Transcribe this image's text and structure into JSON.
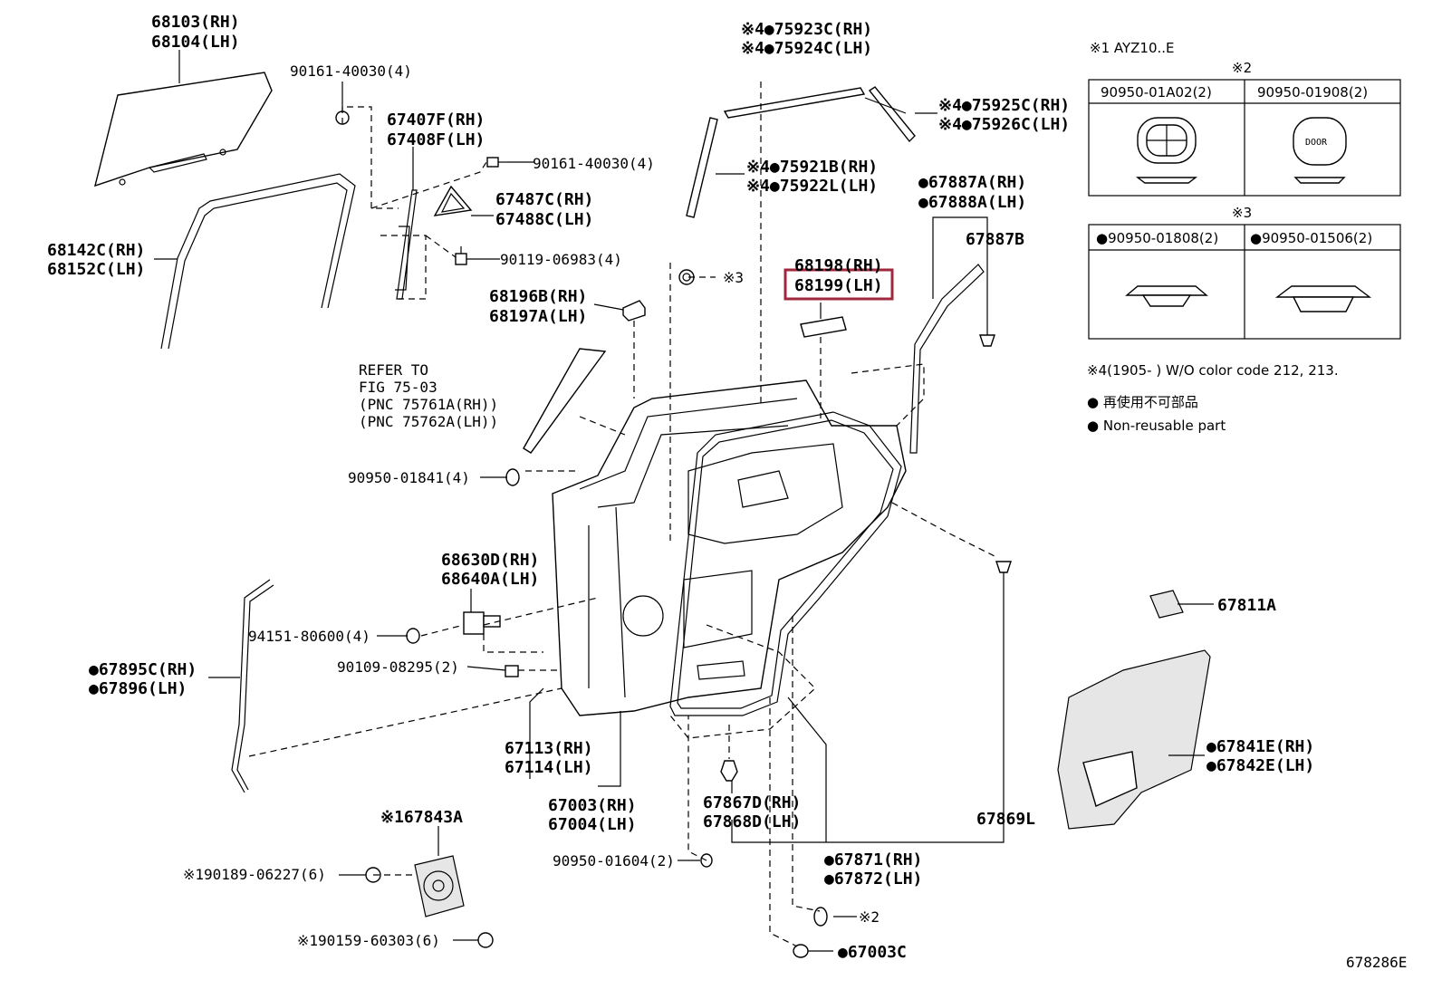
{
  "labels": {
    "l68103": "68103(RH)",
    "l68104": "68104(LH)",
    "l90161a": "90161-40030(4)",
    "l67407": "67407F(RH)",
    "l67408": "67408F(LH)",
    "l90161b": "90161-40030(4)",
    "l67487": "67487C(RH)",
    "l67488": "67488C(LH)",
    "l68142": "68142C(RH)",
    "l68152": "68152C(LH)",
    "l90119": "90119-06983(4)",
    "l68196": "68196B(RH)",
    "l68197": "68197A(LH)",
    "lx3a": "※3",
    "refer1": "REFER TO",
    "refer2": "FIG 75-03",
    "refer3": "(PNC 75761A(RH))",
    "refer4": "(PNC 75762A(LH))",
    "l90950a": "90950-01841(4)",
    "l68630": "68630D(RH)",
    "l68640": "68640A(LH)",
    "l94151": "94151-80600(4)",
    "l90109": "90109-08295(2)",
    "l67895": "●67895C(RH)",
    "l67896": "●67896(LH)",
    "l67113": "67113(RH)",
    "l67114": "67114(LH)",
    "l67003": "67003(RH)",
    "l67004": "67004(LH)",
    "l67843": "※167843A",
    "l90189": "※190189-06227(6)",
    "l90159": "※190159-60303(6)",
    "l90950b": "90950-01604(2)",
    "l67867": "67867D(RH)",
    "l67868": "67868D(LH)",
    "l67871": "●67871(RH)",
    "l67872": "●67872(LH)",
    "lx2b": "※2",
    "l67003c": "●67003C",
    "l75923": "※4●75923C(RH)",
    "l75924": "※4●75924C(LH)",
    "l75925": "※4●75925C(RH)",
    "l75926": "※4●75926C(LH)",
    "l75921": "※4●75921B(RH)",
    "l75922": "※4●75922L(LH)",
    "l68198": "68198(RH)",
    "l68199": "68199(LH)",
    "l67887a": "●67887A(RH)",
    "l67888a": "●67888A(LH)",
    "l67887b": "67887B",
    "l67869": "67869L",
    "l67811": "67811A",
    "l67841": "●67841E(RH)",
    "l67842": "●67842E(LH)",
    "fig_no": "678286E"
  },
  "legend": {
    "note1": "※1 AYZ10..E",
    "note2_mark": "※2",
    "note2_left": "90950-01A02(2)",
    "note2_right": "90950-01908(2)",
    "door_text": "DOOR",
    "note3_mark": "※3",
    "note3_left": "●90950-01808(2)",
    "note3_right": "●90950-01506(2)",
    "note4": "※4(1905-     ) W/O color code 212, 213.",
    "reuse_jp": "● 再使用不可部品",
    "reuse_en": "● Non-reusable part"
  },
  "highlight": {
    "part": "68199(LH)",
    "color": "#a0283c"
  }
}
